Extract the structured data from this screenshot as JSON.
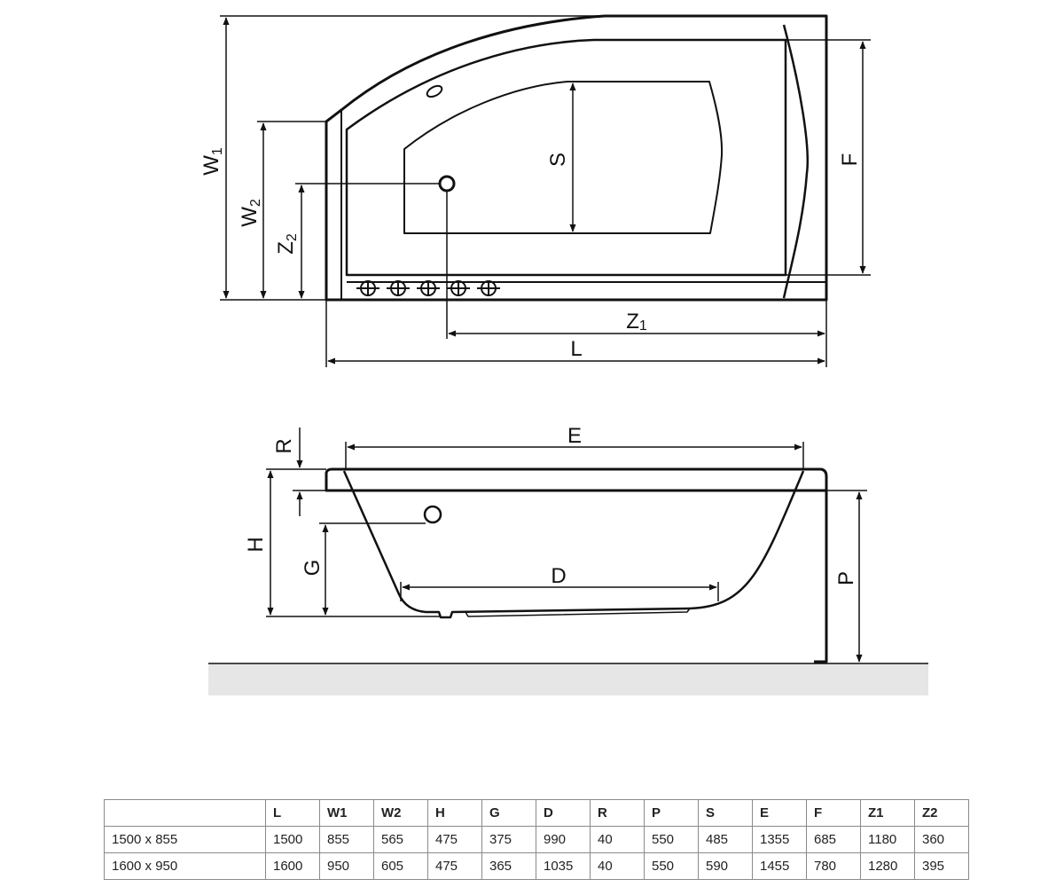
{
  "top_view": {
    "labels": {
      "w1": "W",
      "w1_sub": "1",
      "w2": "W",
      "w2_sub": "2",
      "z2": "Z",
      "z2_sub": "2",
      "s": "S",
      "f": "F",
      "z1": "Z",
      "z1_sub": "1",
      "l": "L"
    },
    "jet_count": 5
  },
  "side_view": {
    "labels": {
      "r": "R",
      "e": "E",
      "h": "H",
      "g": "G",
      "d": "D",
      "p": "P"
    }
  },
  "table": {
    "headers": [
      "",
      "L",
      "W1",
      "W2",
      "H",
      "G",
      "D",
      "R",
      "P",
      "S",
      "E",
      "F",
      "Z1",
      "Z2"
    ],
    "rows": [
      [
        "1500 x 855",
        "1500",
        "855",
        "565",
        "475",
        "375",
        "990",
        "40",
        "550",
        "485",
        "1355",
        "685",
        "1180",
        "360"
      ],
      [
        "1600 x 950",
        "1600",
        "950",
        "605",
        "475",
        "365",
        "1035",
        "40",
        "550",
        "590",
        "1455",
        "780",
        "1280",
        "395"
      ]
    ]
  },
  "colors": {
    "line": "#111111",
    "floor": "#e6e6e6",
    "grid": "#8a8a8a"
  }
}
